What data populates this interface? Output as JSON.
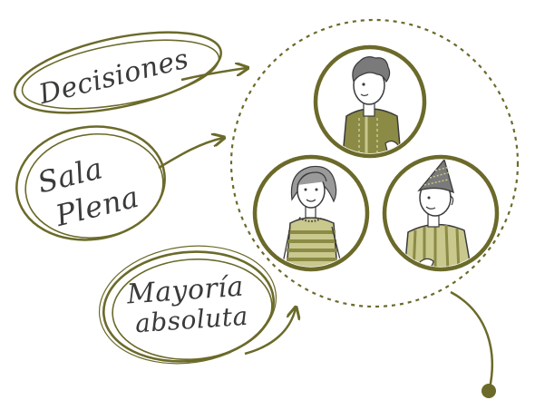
{
  "labels": {
    "decisiones": "Decisiones",
    "sala_line1": "Sala",
    "sala_line2": "Plena",
    "mayoria_line1": "Mayoría",
    "mayoria_line2": "absoluta"
  },
  "colors": {
    "olive": "#6b6a2a",
    "olive_light": "#a7a45a",
    "ink": "#3a3a3a",
    "shirt_green": "#8b8b45",
    "shirt_stripe": "#c9c88d",
    "hair_dark": "#7a7a7a",
    "hair_light": "#9a9a9a"
  },
  "icons": [
    "arrow-icon",
    "person-man-icon",
    "person-woman-icon",
    "person-elder-icon"
  ]
}
